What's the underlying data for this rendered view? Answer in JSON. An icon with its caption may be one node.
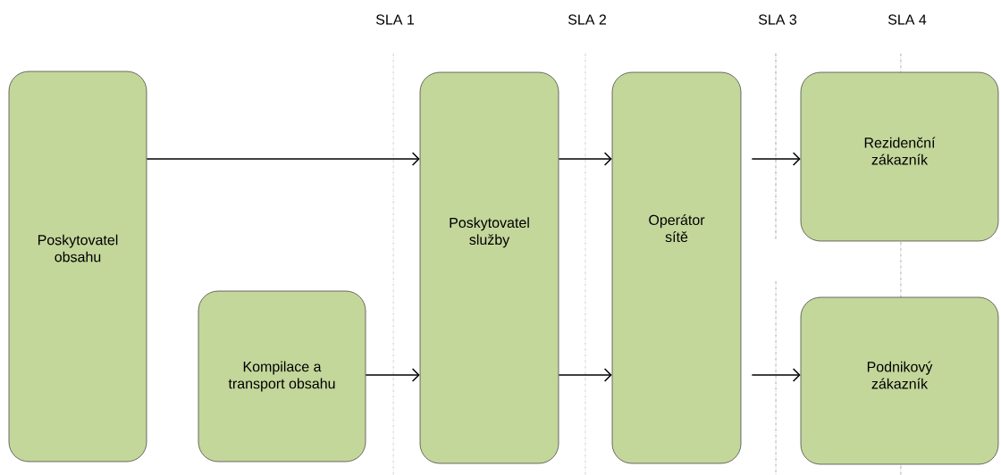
{
  "diagram": {
    "nodes": [
      {
        "text": [
          "Poskytovatel obsahu"
        ]
      },
      {
        "text": [
          "Kompilace a transport obsahu"
        ]
      },
      {
        "text": [
          "Poskytovatel služby"
        ]
      },
      {
        "text": [
          "Operátor sítě"
        ]
      },
      {
        "text": [
          "Rezidenční zákazník"
        ]
      },
      {
        "text": [
          "Podnikový zákazník"
        ]
      }
    ],
    "edges": [
      {
        "from": 0,
        "to": 2,
        "arrow": "to"
      },
      {
        "from": 1,
        "to": 2,
        "arrow": "to"
      },
      {
        "from": 2,
        "to": 3,
        "arrow": "to"
      },
      {
        "from": 2,
        "to": 3,
        "arrow": "to"
      },
      {
        "from": 3,
        "to": 4,
        "arrow": "to"
      },
      {
        "from": 3,
        "to": 5,
        "arrow": "to"
      }
    ],
    "labels": [
      "SLA 1",
      "SLA 2",
      "SLA 3",
      "SLA 4"
    ]
  }
}
